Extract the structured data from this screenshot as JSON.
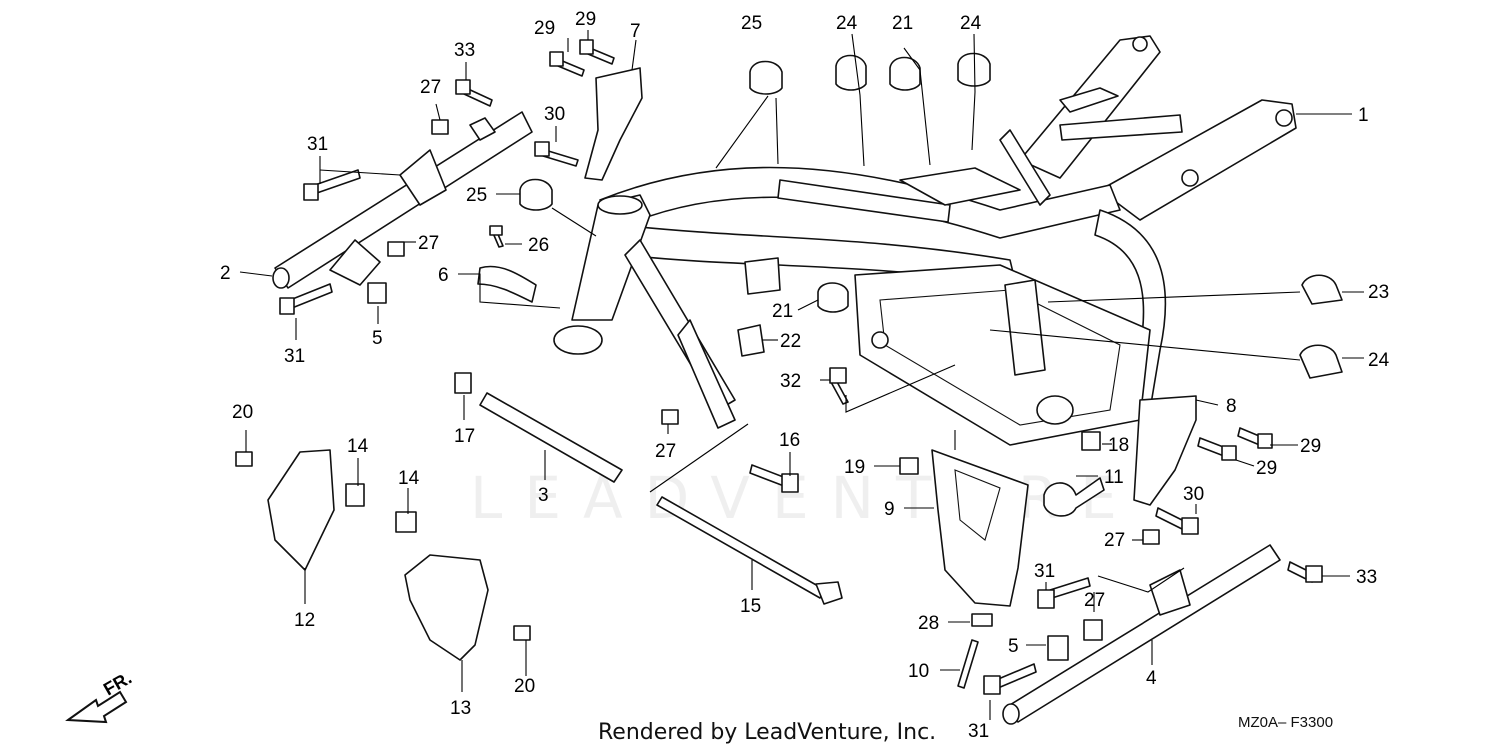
{
  "watermark": "LEADVENTURE",
  "front_indicator": "FR.",
  "footer": {
    "credit": "Rendered by LeadVenture, Inc.",
    "diagram_code": "MZ0A– F3300"
  },
  "callouts": [
    {
      "id": "c1",
      "label": "1"
    },
    {
      "id": "c2",
      "label": "2"
    },
    {
      "id": "c3",
      "label": "3"
    },
    {
      "id": "c4",
      "label": "4"
    },
    {
      "id": "c5a",
      "label": "5"
    },
    {
      "id": "c5b",
      "label": "5"
    },
    {
      "id": "c6",
      "label": "6"
    },
    {
      "id": "c7",
      "label": "7"
    },
    {
      "id": "c8",
      "label": "8"
    },
    {
      "id": "c9",
      "label": "9"
    },
    {
      "id": "c10",
      "label": "10"
    },
    {
      "id": "c11",
      "label": "11"
    },
    {
      "id": "c12",
      "label": "12"
    },
    {
      "id": "c13",
      "label": "13"
    },
    {
      "id": "c14a",
      "label": "14"
    },
    {
      "id": "c14b",
      "label": "14"
    },
    {
      "id": "c15",
      "label": "15"
    },
    {
      "id": "c16",
      "label": "16"
    },
    {
      "id": "c17",
      "label": "17"
    },
    {
      "id": "c18",
      "label": "18"
    },
    {
      "id": "c19",
      "label": "19"
    },
    {
      "id": "c20a",
      "label": "20"
    },
    {
      "id": "c20b",
      "label": "20"
    },
    {
      "id": "c21a",
      "label": "21"
    },
    {
      "id": "c21b",
      "label": "21"
    },
    {
      "id": "c22",
      "label": "22"
    },
    {
      "id": "c23",
      "label": "23"
    },
    {
      "id": "c24a",
      "label": "24"
    },
    {
      "id": "c24b",
      "label": "24"
    },
    {
      "id": "c24c",
      "label": "24"
    },
    {
      "id": "c25a",
      "label": "25"
    },
    {
      "id": "c25b",
      "label": "25"
    },
    {
      "id": "c26",
      "label": "26"
    },
    {
      "id": "c27a",
      "label": "27"
    },
    {
      "id": "c27b",
      "label": "27"
    },
    {
      "id": "c27c",
      "label": "27"
    },
    {
      "id": "c27d",
      "label": "27"
    },
    {
      "id": "c27e",
      "label": "27"
    },
    {
      "id": "c28",
      "label": "28"
    },
    {
      "id": "c29a",
      "label": "29"
    },
    {
      "id": "c29b",
      "label": "29"
    },
    {
      "id": "c29c",
      "label": "29"
    },
    {
      "id": "c29d",
      "label": "29"
    },
    {
      "id": "c30a",
      "label": "30"
    },
    {
      "id": "c30b",
      "label": "30"
    },
    {
      "id": "c31a",
      "label": "31"
    },
    {
      "id": "c31b",
      "label": "31"
    },
    {
      "id": "c31c",
      "label": "31"
    },
    {
      "id": "c31d",
      "label": "31"
    },
    {
      "id": "c32",
      "label": "32"
    },
    {
      "id": "c33a",
      "label": "33"
    },
    {
      "id": "c33b",
      "label": "33"
    }
  ]
}
